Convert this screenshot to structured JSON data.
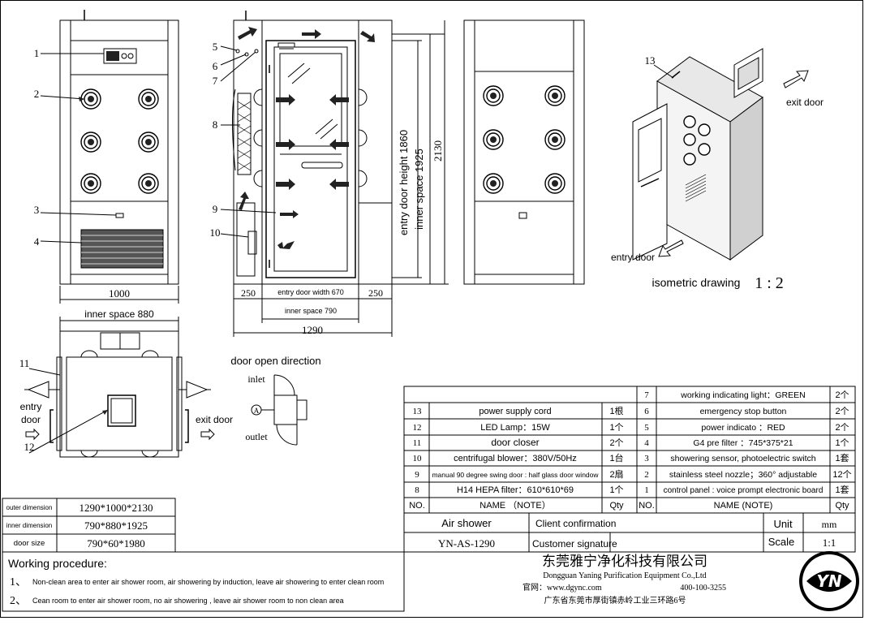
{
  "front_view": {
    "callouts": [
      "1",
      "2",
      "3",
      "4"
    ],
    "width_dim": "1000"
  },
  "side_view": {
    "callouts": [
      "5",
      "6",
      "7",
      "8",
      "9",
      "10"
    ],
    "dims": {
      "left_250": "250",
      "right_250": "250",
      "entry_door_width": "entry door width 670",
      "inner_space_790": "inner space 790",
      "overall_1290": "1290",
      "entry_door_height": "entry door height 1860",
      "inner_space_1925": "inner space 1925",
      "height_2130": "2130"
    }
  },
  "plan_view": {
    "inner_space_880": "inner space 880",
    "callouts": [
      "11",
      "12"
    ],
    "entry_door": [
      "entry",
      "door"
    ],
    "exit_door": "exit door"
  },
  "door_direction": {
    "title": "door open direction",
    "inlet": "inlet",
    "outlet": "outlet",
    "marker": "A"
  },
  "isometric": {
    "callout": "13",
    "exit_door": "exit door",
    "entry_door": "entry door",
    "label": "isometric drawing",
    "scale": "1 : 2"
  },
  "parts_table": {
    "left": [
      {
        "no": "13",
        "name": "power supply cord",
        "qty": "1根"
      },
      {
        "no": "12",
        "name": "LED Lamp：15W",
        "qty": "1个"
      },
      {
        "no": "11",
        "name": "door closer",
        "qty": "2个"
      },
      {
        "no": "10",
        "name": "centrifugal blower：380V/50Hz",
        "qty": "1台"
      },
      {
        "no": "9",
        "name": "manual 90 degree swing door : half glass door window",
        "qty": "2扇"
      },
      {
        "no": "8",
        "name": "H14 HEPA filter：610*610*69",
        "qty": "1个"
      }
    ],
    "right": [
      {
        "no": "7",
        "name": "working indicating light：GREEN",
        "qty": "2个"
      },
      {
        "no": "6",
        "name": "emergency stop button",
        "qty": "2个"
      },
      {
        "no": "5",
        "name": "power indicato ：RED",
        "qty": "2个"
      },
      {
        "no": "4",
        "name": "G4 pre filter ：745*375*21",
        "qty": "1个"
      },
      {
        "no": "3",
        "name": "showering sensor, photoelectric switch",
        "qty": "1套"
      },
      {
        "no": "2",
        "name": "stainless steel nozzle；360° adjustable",
        "qty": "12个"
      },
      {
        "no": "1",
        "name": "control panel : voice prompt electronic board",
        "qty": "1套"
      }
    ],
    "header": {
      "no": "NO.",
      "name_left": "NAME （NOTE）",
      "name_right": "NAME (NOTE)",
      "qty": "Qty"
    }
  },
  "title_block": {
    "product": "Air shower",
    "model": "YN-AS-1290",
    "client_confirmation": "Client confirmation",
    "customer_signature": "Customer signature",
    "unit_label": "Unit",
    "unit_value": "mm",
    "scale_label": "Scale",
    "scale_value": "1:1"
  },
  "dimensions_table": [
    {
      "label": "outer dimension",
      "value": "1290*1000*2130"
    },
    {
      "label": "inner dimension",
      "value": "790*880*1925"
    },
    {
      "label": "door size",
      "value": "790*60*1980"
    }
  ],
  "procedure": {
    "title": "Working procedure:",
    "steps": [
      {
        "num": "1、",
        "text": "Non-clean area to enter air shower room, air showering by induction, leave air showering to enter clean room"
      },
      {
        "num": "2、",
        "text": "Cean room to enter air shower room, no air showering , leave air shower room to non clean area"
      }
    ]
  },
  "company": {
    "name_cn": "东莞雅宁净化科技有限公司",
    "name_en": "Dongguan Yaning Purification Equipment Co.,Ltd",
    "website": "官网：www.dgync.com",
    "phone": "400-100-3255",
    "address": "广东省东莞市厚街镇赤岭工业三环路6号",
    "logo_text": "YN"
  }
}
